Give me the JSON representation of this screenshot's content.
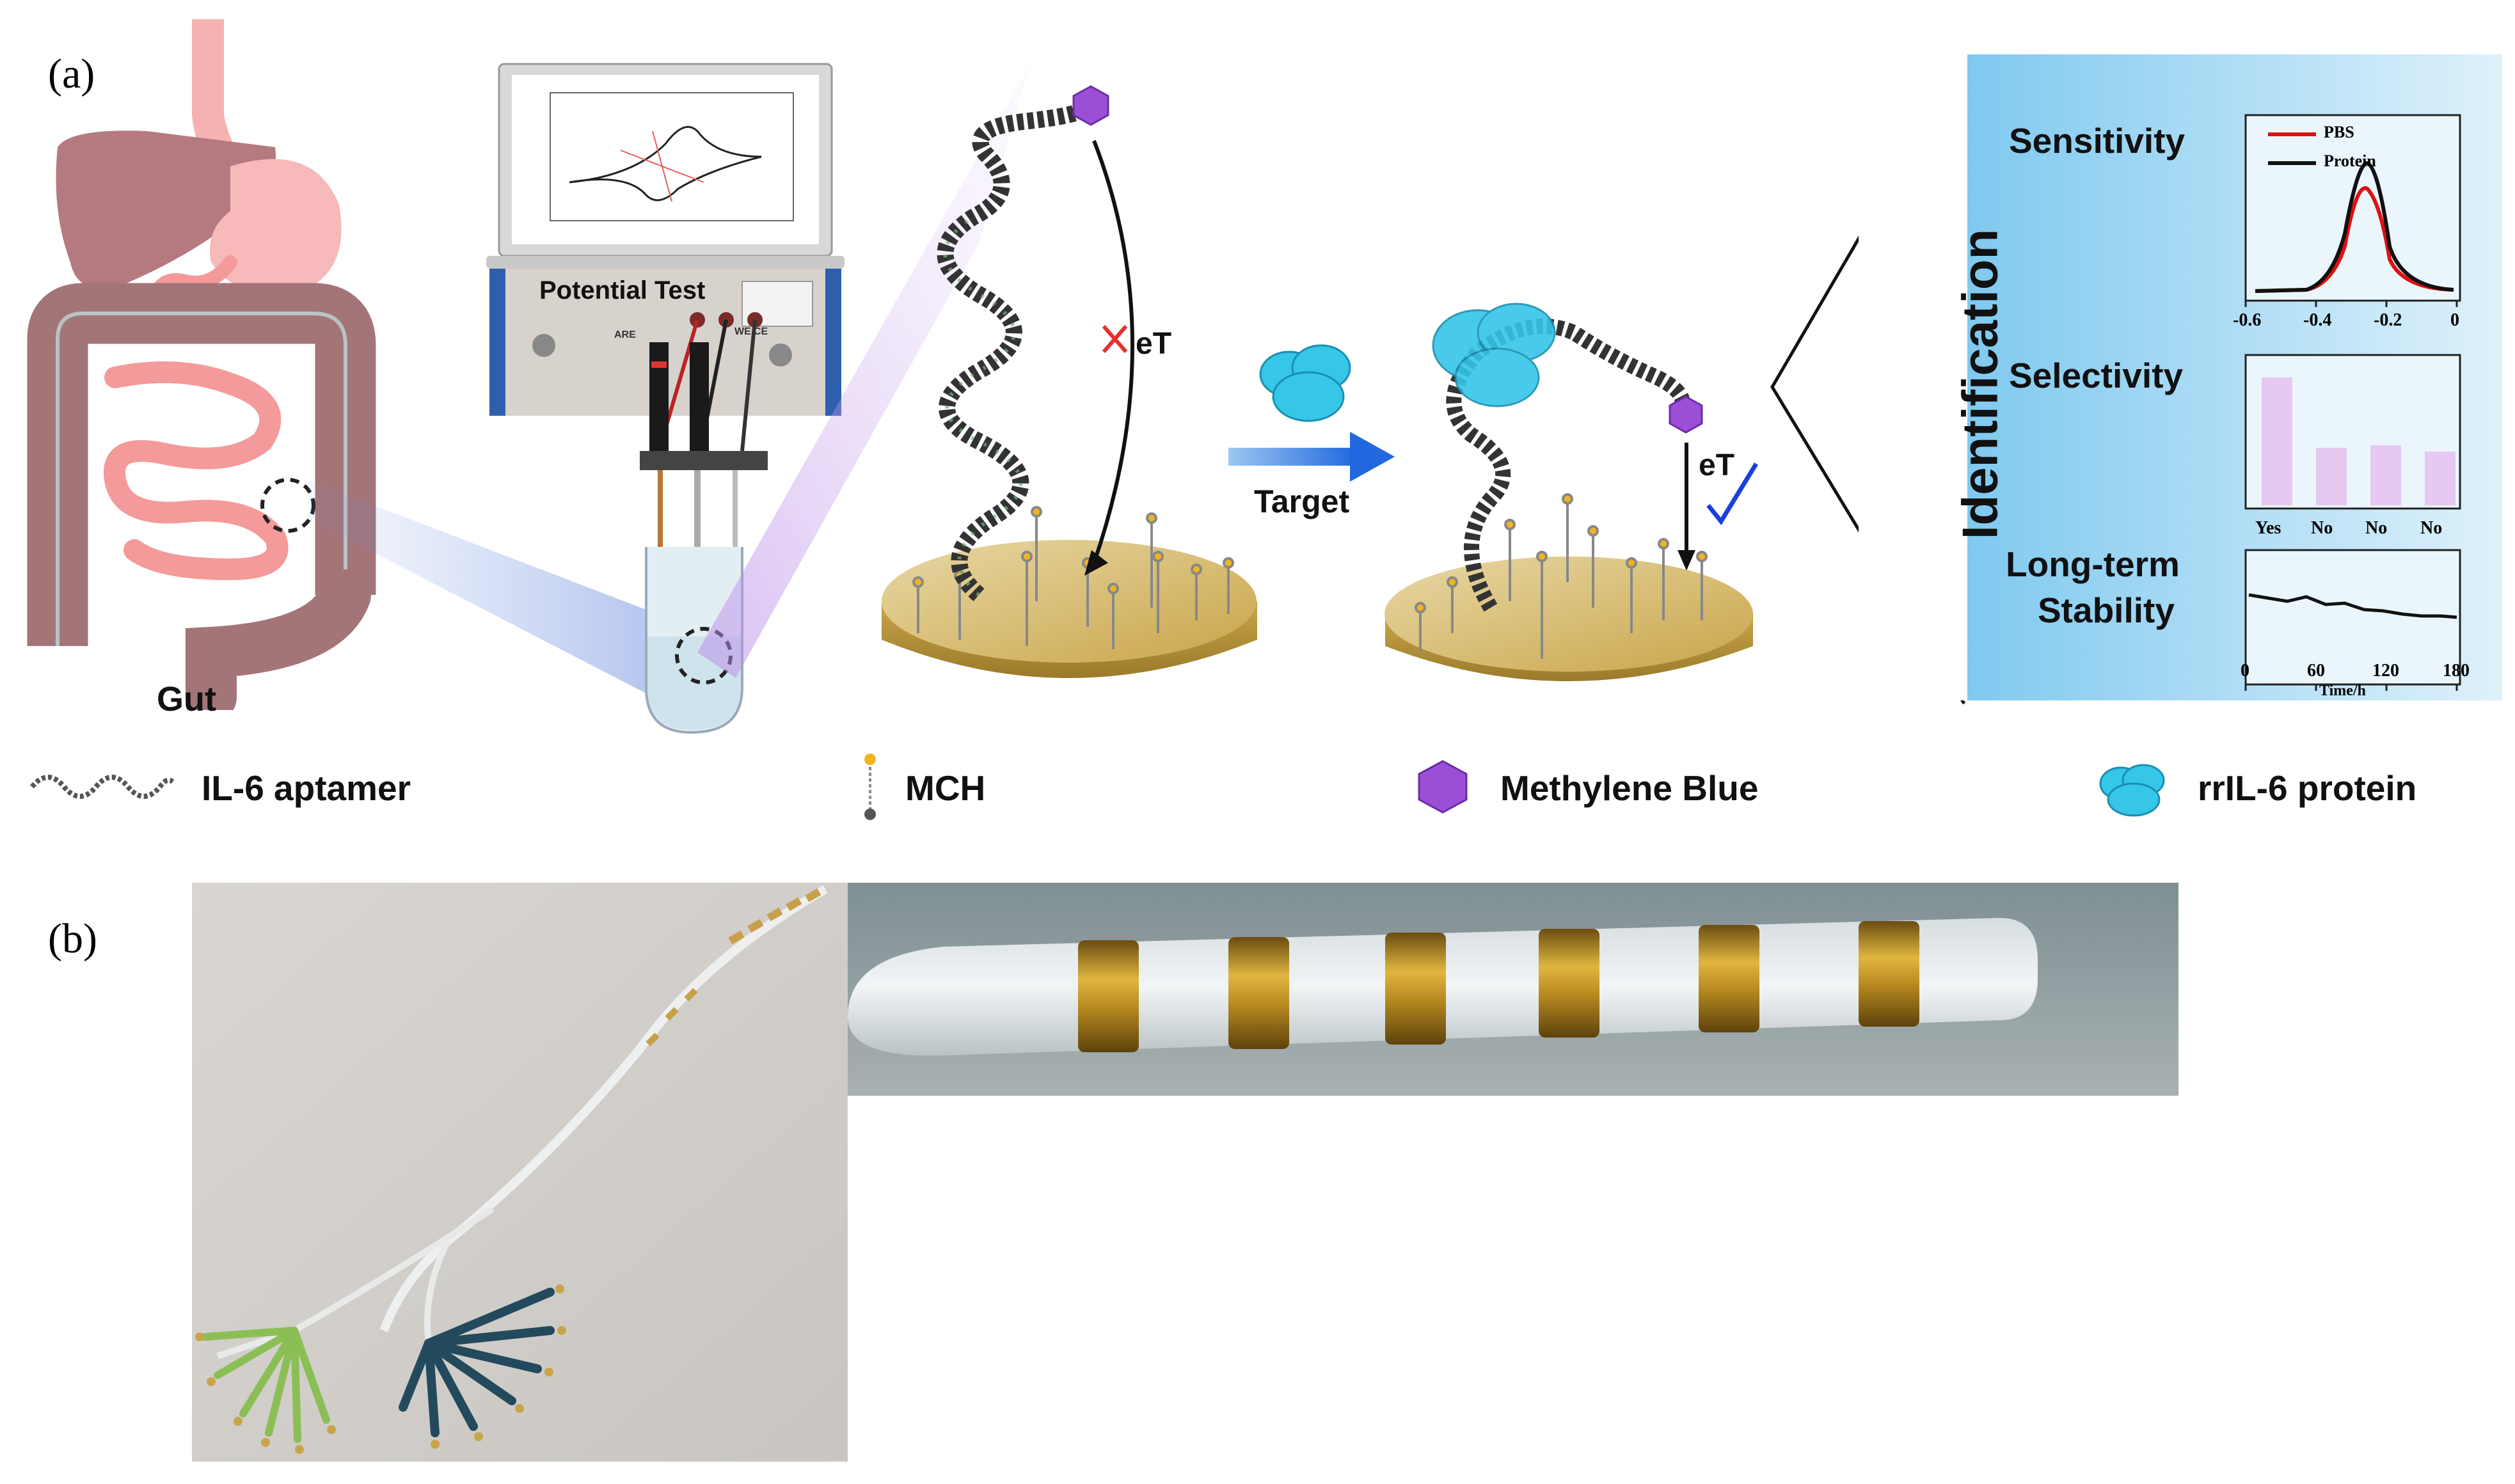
{
  "figure": {
    "panel_a_label": "(a)",
    "panel_b_label": "(b)"
  },
  "gut": {
    "label": "Gut"
  },
  "device": {
    "label": "Potential Test",
    "port_labels": [
      "ARE",
      "WE",
      "CE"
    ]
  },
  "process": {
    "eT_before": "eT",
    "arrow_label": "Target",
    "eT_after": "eT"
  },
  "identification": {
    "title": "Identification",
    "sensitivity": {
      "label": "Sensitivity",
      "legend": [
        "PBS",
        "Protein"
      ],
      "xticks": [
        "-0.6",
        "-0.4",
        "-0.2",
        "0"
      ]
    },
    "selectivity": {
      "label": "Selectivity",
      "categories": [
        "Yes",
        "No",
        "No",
        "No"
      ],
      "values": [
        1.0,
        0.45,
        0.47,
        0.42
      ]
    },
    "stability": {
      "label_line1": "Long-term",
      "label_line2": "Stability",
      "xticks": [
        "0",
        "60",
        "120",
        "180"
      ],
      "xlabel": "Time/h"
    }
  },
  "legend": {
    "aptamer": "IL-6 aptamer",
    "mch": "MCH",
    "mb": "Methylene Blue",
    "protein": "rrIL-6 protein"
  },
  "colors": {
    "gut_organ": "#b57a7f",
    "intestine": "#f4a0a0",
    "gold": "#c9a54a",
    "mb_purple": "#9b4fd6",
    "protein_cyan": "#35c6e8",
    "panel_blue": "#a9dcf5",
    "pbs_red": "#e01010",
    "cross_red": "#e53030",
    "check_blue": "#1a3fe0"
  }
}
